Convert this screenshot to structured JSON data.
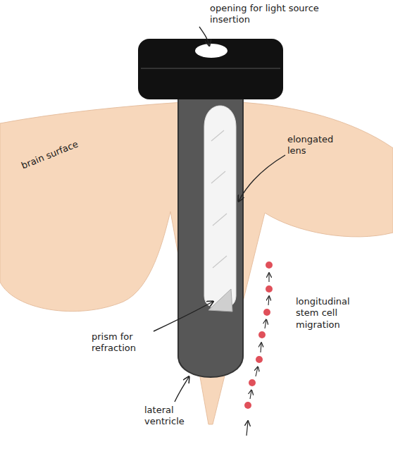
{
  "diagram": {
    "labels": [
      "opening for light source insertion",
      "brain surface",
      "elongated lens",
      "prism for refraction",
      "longitudinal stem cell migration",
      "lateral ventricle"
    ]
  }
}
